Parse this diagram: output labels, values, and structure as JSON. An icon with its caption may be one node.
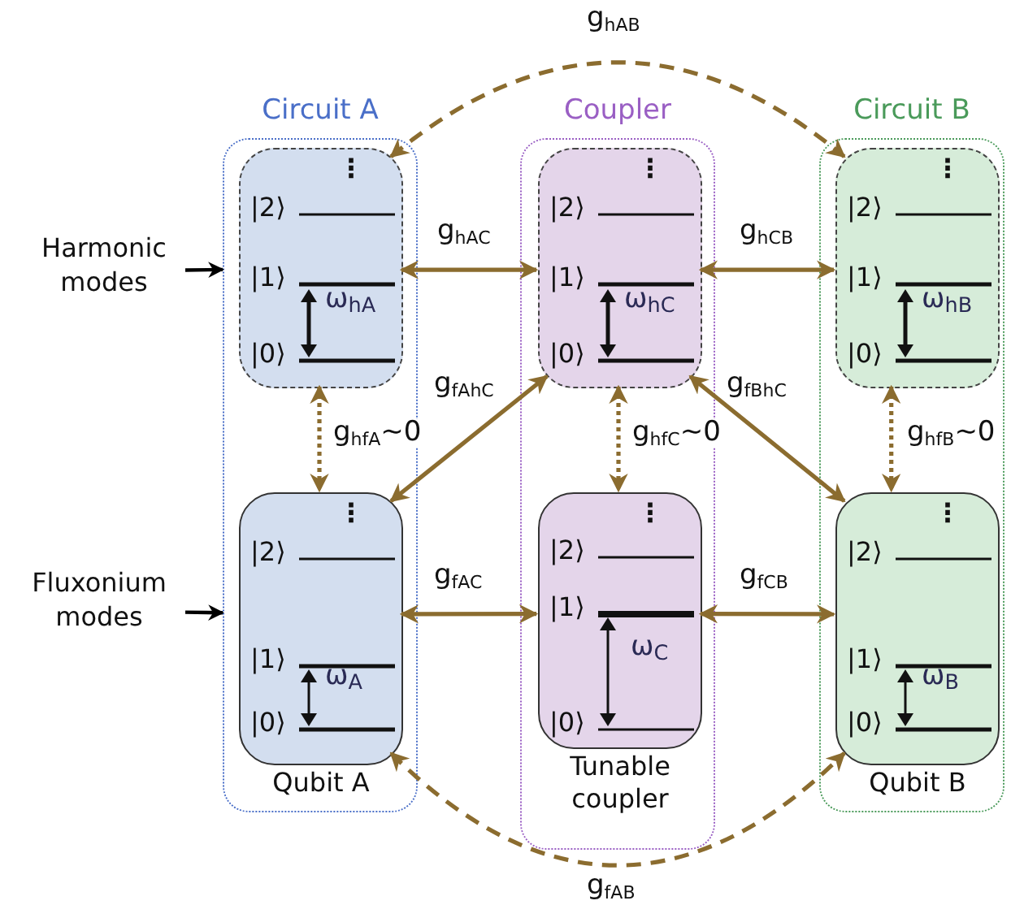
{
  "diagram": {
    "nodes": [
      {
        "text": [
          "Harmonic modes"
        ]
      },
      {
        "text": [
          "Fluxonium modes"
        ]
      },
      {
        "text": [
          "Circuit A"
        ]
      },
      {
        "text": [
          "⋮",
          "|2⟩",
          "|1⟩",
          "|0⟩",
          "ω$_{hA}$"
        ],
        "in": 2
      },
      {
        "text": [
          "⋮",
          "|2⟩",
          "|1⟩",
          "|0⟩",
          "ω$_{A}$"
        ],
        "in": 2,
        "beside": [
          "Qubit A"
        ]
      },
      {
        "text": [
          "Coupler"
        ]
      },
      {
        "text": [
          "⋮",
          "|2⟩",
          "|1⟩",
          "|0⟩",
          "ω$_{hC}$"
        ],
        "in": 5
      },
      {
        "text": [
          "⋮",
          "|2⟩",
          "|1⟩",
          "|0⟩",
          "ω$_{C}$"
        ],
        "in": 5,
        "beside": [
          "Tunable coupler"
        ]
      },
      {
        "text": [
          "Circuit B"
        ]
      },
      {
        "text": [
          "⋮",
          "|2⟩",
          "|1⟩",
          "|0⟩",
          "ω$_{hB}$"
        ],
        "in": 8
      },
      {
        "text": [
          "⋮",
          "|2⟩",
          "|1⟩",
          "|0⟩",
          "ω$_{B}$"
        ],
        "in": 8,
        "beside": [
          "Qubit B"
        ]
      }
    ],
    "edges": [
      {
        "from": 0,
        "to": 2,
        "arrow": "to",
        "color": "#000000"
      },
      {
        "from": 1,
        "to": 2,
        "arrow": "to",
        "color": "#000000"
      },
      {
        "from": 3,
        "to": 6,
        "arrow": "both",
        "label": "g$_{hAC}$"
      },
      {
        "from": 6,
        "to": 9,
        "arrow": "both",
        "label": "g$_{hCB}$"
      },
      {
        "from": 3,
        "to": 4,
        "arrow": "both",
        "style": "dashed",
        "label": "g$_{hfA}$~0"
      },
      {
        "from": 4,
        "to": 6,
        "arrow": "both",
        "label": "g$_{fAhC}$"
      },
      {
        "from": 6,
        "to": 7,
        "arrow": "both",
        "style": "dashed",
        "label": "g$_{hfC}$~0"
      },
      {
        "from": 6,
        "to": 10,
        "arrow": "both",
        "label": "g$_{fBhC}$"
      },
      {
        "from": 9,
        "to": 10,
        "arrow": "both",
        "style": "dashed",
        "label": "g$_{hfB}$~0"
      },
      {
        "from": 4,
        "to": 7,
        "arrow": "both",
        "label": "g$_{fAC}$"
      },
      {
        "from": 7,
        "to": 10,
        "arrow": "both",
        "label": "g$_{fCB}$"
      },
      {
        "from": 3,
        "to": 9,
        "arrow": "both",
        "style": "dashed",
        "label": "g$_{hAB}$"
      },
      {
        "from": 4,
        "to": 10,
        "arrow": "both",
        "style": "dashed",
        "label": "g$_{fAB}$"
      }
    ]
  }
}
